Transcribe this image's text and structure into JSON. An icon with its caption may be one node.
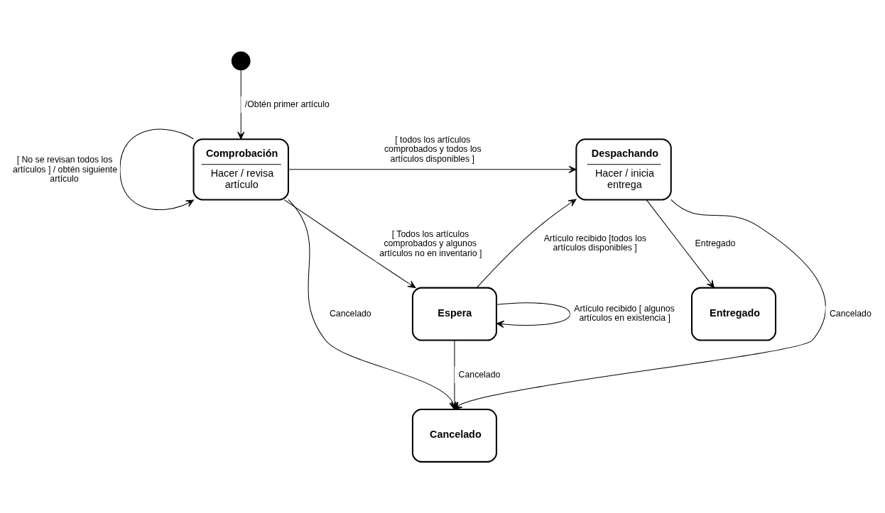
{
  "diagram": {
    "nodes": [
      {
        "text": [],
        "shape": "circle"
      },
      {
        "text": [
          "Comprobación",
          "Hacer / revisa artículo"
        ]
      },
      {
        "text": [
          "Despachando",
          "Hacer / inicia entrega"
        ]
      },
      {
        "text": [
          "Espera"
        ]
      },
      {
        "text": [
          "Entregado"
        ]
      },
      {
        "text": [
          "Cancelado"
        ]
      }
    ],
    "edges": [
      {
        "from": 0,
        "to": 1,
        "arrow": "to",
        "label": "/Obtén primer artículo"
      },
      {
        "from": 1,
        "to": 1,
        "arrow": "to",
        "label": "[ No se revisan todos los artículos ] / obtén siguiente artículo"
      },
      {
        "from": 1,
        "to": 2,
        "arrow": "to",
        "label": "[ todos los artículos comprobados y todos los artículos disponibles ]"
      },
      {
        "from": 1,
        "to": 3,
        "arrow": "to",
        "label": "[ Todos los artículos comprobados y algunos artículos no en inventario ]"
      },
      {
        "from": 1,
        "to": 5,
        "arrow": "to",
        "label": "Cancelado"
      },
      {
        "from": 2,
        "to": 5,
        "arrow": "to",
        "label": "Cancelado"
      },
      {
        "from": 2,
        "to": 4,
        "arrow": "to",
        "label": "Entregado"
      },
      {
        "from": 3,
        "to": 2,
        "arrow": "to",
        "label": "Artículo recibido [todos los artículos disponibles ]"
      },
      {
        "from": 3,
        "to": 3,
        "arrow": "to",
        "label": "Artículo recibido [ algunos artículos en existencia ]"
      },
      {
        "from": 3,
        "to": 5,
        "arrow": "to",
        "label": "Cancelado"
      }
    ]
  }
}
